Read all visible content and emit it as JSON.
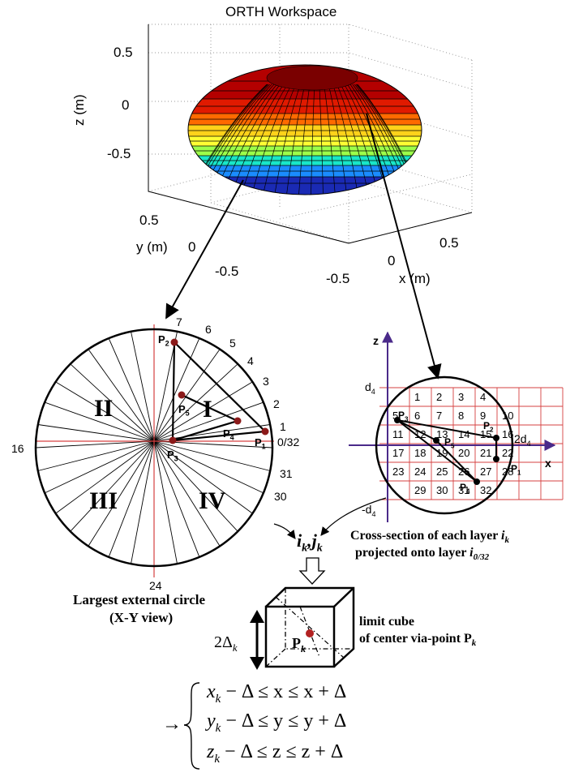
{
  "workspace": {
    "title": "ORTH Workspace",
    "z_label": "z (m)",
    "y_label": "y (m)",
    "x_label": "x (m)",
    "z_ticks": [
      "0.5",
      "0",
      "-0.5"
    ],
    "y_ticks": [
      "0.5",
      "0",
      "-0.5"
    ],
    "x_ticks": [
      "0.5",
      "0",
      "-0.5"
    ]
  },
  "circle_view": {
    "sector_numbers": [
      "7",
      "6",
      "5",
      "4",
      "3",
      "2",
      "1",
      "0/32",
      "31",
      "30",
      "16",
      "24"
    ],
    "quadrants": [
      "I",
      "II",
      "III",
      "IV"
    ],
    "points": [
      "P",
      "P",
      "P",
      "P",
      "P"
    ],
    "point_subs": [
      "1",
      "2",
      "3",
      "4",
      "5"
    ],
    "caption_line1": "Largest external circle",
    "caption_line2": "(X-Y view)"
  },
  "cross_section": {
    "axis_z": "z",
    "axis_x": "x",
    "d4_top": "d",
    "d4_bottom": "-d",
    "d4_right": "2d",
    "sub4": "4",
    "cells": [
      "1",
      "2",
      "3",
      "4",
      "5",
      "6",
      "7",
      "8",
      "9",
      "10",
      "11",
      "12",
      "13",
      "14",
      "15",
      "16",
      "17",
      "18",
      "19",
      "20",
      "21",
      "22",
      "23",
      "24",
      "25",
      "26",
      "27",
      "28",
      "29",
      "30",
      "31",
      "32"
    ],
    "caption_line1_a": "Cross-section of each layer ",
    "caption_line1_b": "i",
    "caption_line1_c": "k",
    "caption_line2_a": "projected onto layer ",
    "caption_line2_b": "i",
    "caption_line2_c": "0/32"
  },
  "indices": {
    "i": "i",
    "j": "j",
    "k": "k"
  },
  "cube": {
    "label_line1": "limit cube",
    "label_line2": "of center via-point P",
    "label_sub": "k",
    "delta_label": "2Δ",
    "delta_sub": "k",
    "center_label": "P",
    "center_sub": "k"
  },
  "equations": {
    "arrow": "→",
    "rows": [
      {
        "v": "x",
        "sub": "k",
        "text": " − Δ ≤ x ≤ x + Δ"
      },
      {
        "v": "y",
        "sub": "k",
        "text": " − Δ ≤ y ≤ y + Δ"
      },
      {
        "v": "z",
        "sub": "k",
        "text": " − Δ ≤ z ≤ z + Δ"
      }
    ]
  },
  "colors": {
    "dark_red": "#8b1a1a",
    "grid_red": "#d64040",
    "axis_purple": "#4a2a8a",
    "cube_dot": "#b22222"
  }
}
